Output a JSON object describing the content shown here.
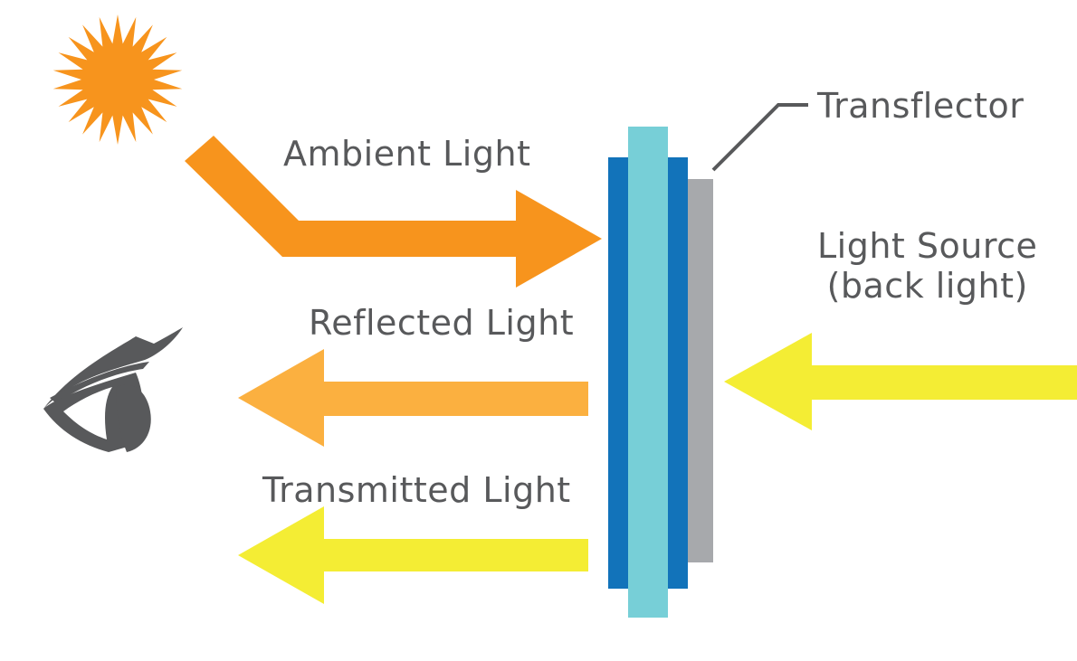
{
  "labels": {
    "ambient": "Ambient Light",
    "reflected": "Reflected Light",
    "transmitted": "Transmitted Light",
    "transflector": "Transflector",
    "source_line1": "Light Source",
    "source_line2": "(back light)"
  },
  "icons": {
    "sun": "sun-icon",
    "eye": "eye-icon"
  },
  "colors": {
    "ambient_arrow": "#f7941d",
    "reflected_arrow": "#fbb040",
    "backlight_arrow": "#f4ed34",
    "polarizer": "#1273ba",
    "liquid_crystal": "#77cfd7",
    "transflector": "#a7a9ac",
    "text": "#58595b"
  }
}
